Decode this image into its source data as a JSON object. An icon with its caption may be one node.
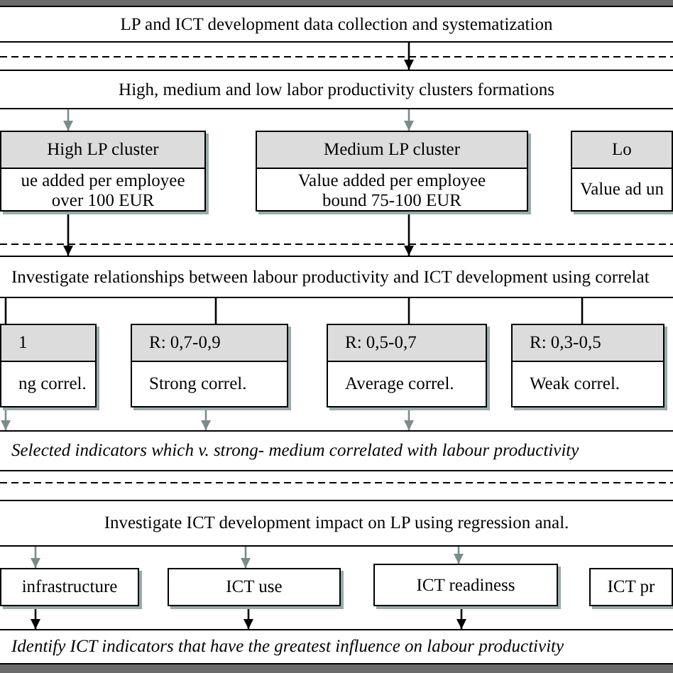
{
  "diagram": {
    "nodes": [
      {
        "text": [
          "LP and ICT development data collection and systematization"
        ]
      },
      {
        "text": [
          "High, medium and low labor productivity clusters formations"
        ]
      },
      {
        "text": [
          "High LP cluster",
          "ue added per employee over 100 EUR"
        ]
      },
      {
        "text": [
          "Medium LP cluster",
          "Value added per employee bound 75-100 EUR"
        ]
      },
      {
        "text": [
          "Lo",
          "Value ad un"
        ]
      },
      {
        "text": [
          "Investigate relationships between labour productivity and ICT development using correlat"
        ]
      },
      {
        "text": [
          "1",
          "ng correl."
        ]
      },
      {
        "text": [
          "R: 0,7-0,9",
          "Strong correl."
        ]
      },
      {
        "text": [
          "R: 0,5-0,7",
          "Average correl."
        ]
      },
      {
        "text": [
          "R: 0,3-0,5",
          "Weak correl."
        ]
      },
      {
        "text": [
          "Selected indicators which v. strong- medium correlated with labour productivity"
        ]
      },
      {
        "text": [
          "Investigate ICT development impact on LP using regression anal."
        ]
      },
      {
        "text": [
          "infrastructure"
        ]
      },
      {
        "text": [
          "ICT use"
        ]
      },
      {
        "text": [
          "ICT readiness"
        ]
      },
      {
        "text": [
          "ICT pr"
        ]
      },
      {
        "text": [
          "Identify ICT indicators that have the greatest influence on labour productivity"
        ]
      }
    ],
    "edges": [
      {
        "from": 0,
        "to": 1,
        "arrow": "to"
      },
      {
        "from": 1,
        "to": 2,
        "arrow": "to",
        "color": "#7a8c8a"
      },
      {
        "from": 1,
        "to": 3,
        "arrow": "to",
        "color": "#7a8c8a"
      },
      {
        "from": 2,
        "to": 5,
        "arrow": "to"
      },
      {
        "from": 3,
        "to": 5,
        "arrow": "to"
      },
      {
        "from": 5,
        "to": 6,
        "arrow": "none"
      },
      {
        "from": 5,
        "to": 7,
        "arrow": "none"
      },
      {
        "from": 5,
        "to": 8,
        "arrow": "none"
      },
      {
        "from": 5,
        "to": 9,
        "arrow": "none"
      },
      {
        "from": 6,
        "to": 10,
        "arrow": "to",
        "color": "#7a8c8a"
      },
      {
        "from": 7,
        "to": 10,
        "arrow": "to",
        "color": "#7a8c8a"
      },
      {
        "from": 8,
        "to": 10,
        "arrow": "to",
        "color": "#7a8c8a"
      },
      {
        "from": 11,
        "to": 12,
        "arrow": "to",
        "color": "#7a8c8a"
      },
      {
        "from": 11,
        "to": 13,
        "arrow": "to",
        "color": "#7a8c8a"
      },
      {
        "from": 11,
        "to": 14,
        "arrow": "to",
        "color": "#7a8c8a"
      },
      {
        "from": 12,
        "to": 16,
        "arrow": "to"
      },
      {
        "from": 13,
        "to": 16,
        "arrow": "to"
      },
      {
        "from": 14,
        "to": 16,
        "arrow": "to"
      }
    ]
  }
}
